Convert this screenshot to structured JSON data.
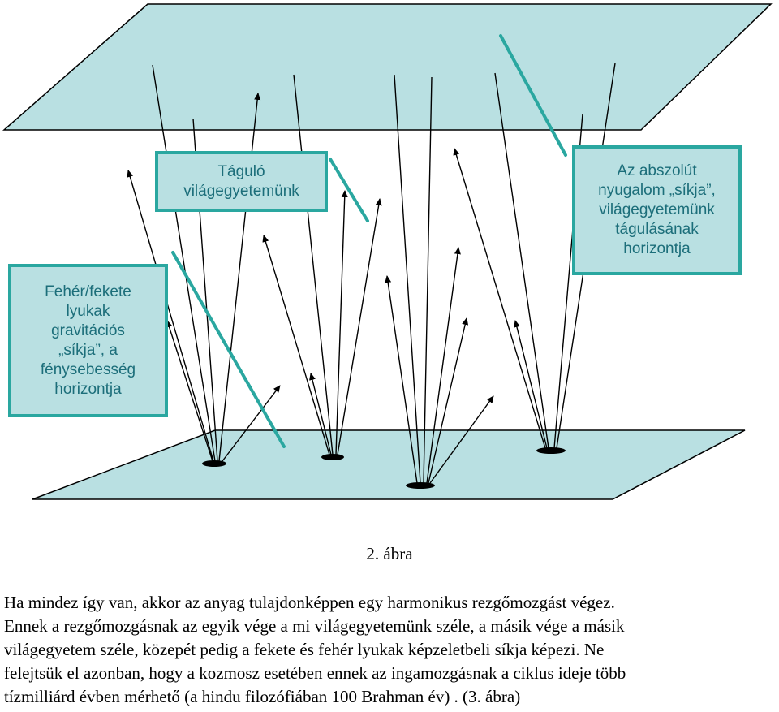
{
  "colors": {
    "plane_fill": "#b9e0e2",
    "box_border": "#2aa7a0",
    "box_text": "#1c6e7a",
    "pointer_line": "#2aa7a0",
    "arrow": "#000000",
    "hole": "#000000"
  },
  "labels": {
    "expanding_universe": "Táguló\nvilágegyetemünk",
    "rest_plane": "Az abszolút\nnyugalom „síkja”,\nvilágegyetemünk\ntágulásának\nhorizontja",
    "holes_plane": "Fehér/fekete\nlyukak\ngravitációs\n„síkja”, a\nfénysebesség\nhorizontja"
  },
  "caption": "2. ábra",
  "paragraph_lines": [
    "Ha mindez így van, akkor az anyag tulajdonképpen egy harmonikus rezgőmozgást végez.",
    "Ennek a rezgőmozgásnak az egyik vége a mi világegyetemünk széle, a másik vége a másik",
    "világegyetem széle, közepét pedig a fekete és fehér lyukak képzeletbeli síkja képezi. Ne",
    "felejtsük el azonban, hogy a kozmosz esetében ennek az ingamozgásnak a ciklus ideje több",
    "tízmilliárd évben mérhető (a hindu filozófiában 100 Brahman év) . (3. ábra)"
  ]
}
